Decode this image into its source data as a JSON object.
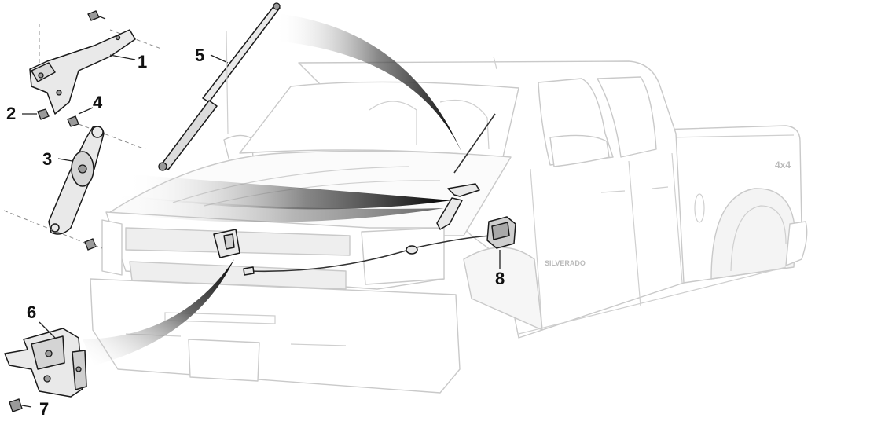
{
  "figure": {
    "callouts": [
      {
        "id": "1",
        "label": "1"
      },
      {
        "id": "2",
        "label": "2"
      },
      {
        "id": "3",
        "label": "3"
      },
      {
        "id": "4",
        "label": "4"
      },
      {
        "id": "5",
        "label": "5"
      },
      {
        "id": "6",
        "label": "6"
      },
      {
        "id": "7",
        "label": "7"
      },
      {
        "id": "8",
        "label": "8"
      }
    ],
    "vehicle_badges": {
      "door_badge": "SILVERADO",
      "bed_badge": "4x4"
    },
    "colors": {
      "vehicle_outline": "#c9c9c9",
      "part_outline": "#1a1a1a",
      "part_fill": "#e9e9e9",
      "swoosh_dark": "#111111"
    }
  }
}
